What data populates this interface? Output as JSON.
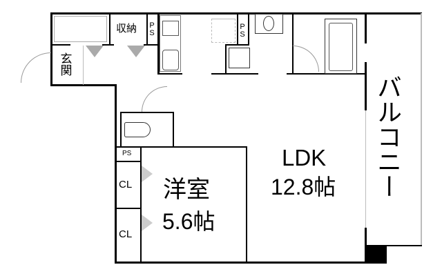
{
  "floor_plan": {
    "rooms": {
      "entrance": {
        "label": "玄関"
      },
      "storage": {
        "label": "収納"
      },
      "ps_top_left": {
        "label": "PS"
      },
      "ps_top_right": {
        "label": "PS"
      },
      "ps_bedroom": {
        "label": "PS"
      },
      "closet_1": {
        "label": "CL"
      },
      "closet_2": {
        "label": "CL"
      },
      "western_room": {
        "label": "洋室",
        "size": "5.6帖"
      },
      "ldk": {
        "label": "LDK",
        "size": "12.8帖"
      },
      "balcony": {
        "label": "バルコニー"
      }
    },
    "fixtures": [
      "stove",
      "sink",
      "washing-machine",
      "washbasin",
      "bathtub",
      "toilet",
      "fridge-space"
    ]
  }
}
